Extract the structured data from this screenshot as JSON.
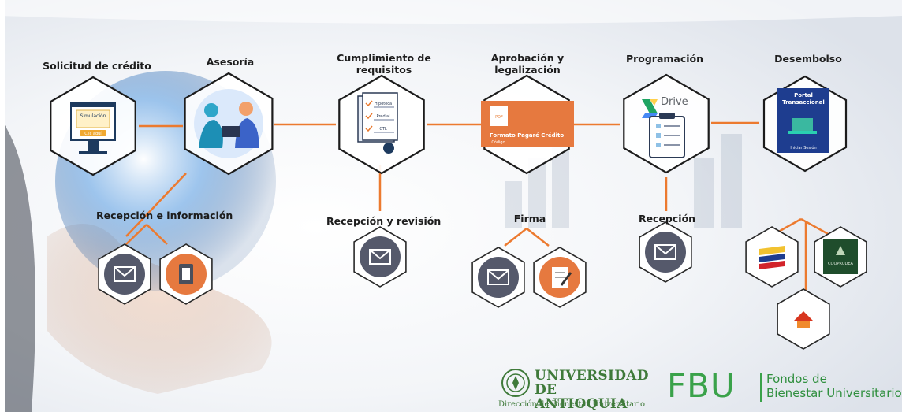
{
  "steps": [
    {
      "label": "Solicitud de crédito",
      "icon": "monitor-simulation-icon"
    },
    {
      "label": "Asesoría",
      "icon": "advisory-meeting-icon"
    },
    {
      "label": "Cumplimiento de requisitos",
      "icon": "documents-checklist-icon"
    },
    {
      "label": "Aprobación y legalización",
      "icon": "pdf-document-icon"
    },
    {
      "label": "Programación",
      "icon": "drive-clipboard-icon"
    },
    {
      "label": "Desembolso",
      "icon": "transactional-portal-icon"
    }
  ],
  "sub_labels": {
    "recepcion_informacion": "Recepción e información",
    "recepcion_revision": "Recepción y revisión",
    "firma": "Firma",
    "recepcion": "Recepción"
  },
  "card_text": {
    "simulacion": "Simulación",
    "clic": "Clic aquí",
    "hipoteca": "Hipoteca",
    "predial": "Predial",
    "ctl": "CTL",
    "pdf": "PDF",
    "formato": "Formato Pagaré Crédito",
    "codigo": "Código",
    "drive": "Drive",
    "portal1": "Portal",
    "portal2": "Transaccional",
    "iniciar": "Iniciar Sesión",
    "cooprudea": "COOPRUDEA"
  },
  "logos": {
    "ua_line1": "UNIVERSIDAD",
    "ua_line2": "DE ANTIOQUIA",
    "ua_line3": "Dirección de Bienestar Universitario",
    "fbu_mark": "FBU",
    "fbu_line1": "Fondos de",
    "fbu_line2": "Bienestar Universitario"
  },
  "colors": {
    "connector": "#ec7a2f",
    "hex_border": "#1c1c1c",
    "mail_circle": "#55596b",
    "orange_circle": "#e6793f",
    "logo_green": "#3aa24a"
  }
}
